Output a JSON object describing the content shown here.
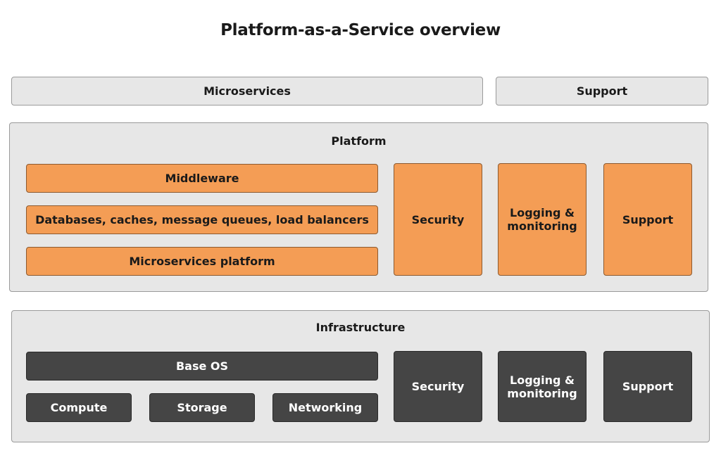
{
  "title": "Platform-as-a-Service overview",
  "top_row": {
    "microservices": "Microservices",
    "support": "Support"
  },
  "platform": {
    "label": "Platform",
    "middleware": "Middleware",
    "databases": "Databases, caches, message queues, load balancers",
    "microservices_platform": "Microservices platform",
    "security": "Security",
    "logging": "Logging & monitoring",
    "support": "Support"
  },
  "infrastructure": {
    "label": "Infrastructure",
    "base_os": "Base OS",
    "compute": "Compute",
    "storage": "Storage",
    "networking": "Networking",
    "security": "Security",
    "logging": "Logging & monitoring",
    "support": "Support"
  },
  "colors": {
    "platform_fill": "#f49d55",
    "infrastructure_fill": "#454545",
    "container_fill": "#e7e7e7"
  }
}
